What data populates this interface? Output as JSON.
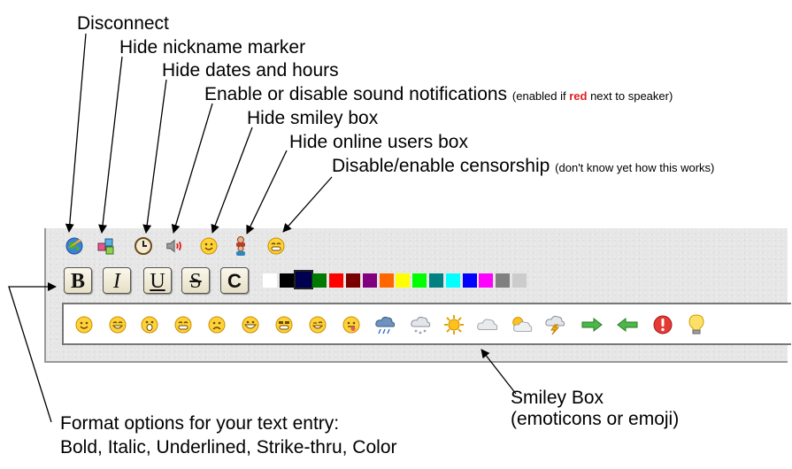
{
  "labels": {
    "disconnect": "Disconnect",
    "hide_nickname": "Hide nickname marker",
    "hide_dates": "Hide dates and hours",
    "sound": "Enable or disable sound notifications",
    "sound_note_pre": "(enabled if ",
    "sound_note_red": "red",
    "sound_note_post": " next to speaker)",
    "hide_smiley": "Hide smiley box",
    "hide_online": "Hide online users box",
    "censorship": "Disable/enable censorship",
    "censorship_note": "(don't know yet how this works)",
    "smiley_box_line1": "Smiley Box",
    "smiley_box_line2": "(emoticons or emoji)",
    "format_line1": "Format options for your text entry:",
    "format_line2": "Bold, Italic, Underlined, Strike-thru, Color"
  },
  "toolbar_icons": [
    "globe-icon",
    "users-cubes-icon",
    "clock-icon",
    "speaker-icon",
    "smiley-icon",
    "online-users-icon",
    "censor-face-icon"
  ],
  "format_buttons": [
    {
      "key": "b",
      "label": "B"
    },
    {
      "key": "i",
      "label": "I"
    },
    {
      "key": "u",
      "label": "U"
    },
    {
      "key": "s",
      "label": "S"
    },
    {
      "key": "c",
      "label": "C"
    }
  ],
  "colors": [
    "#ffffff",
    "#000000",
    "#000050",
    "#007a00",
    "#ff0000",
    "#7a0000",
    "#800080",
    "#ff6600",
    "#ffff00",
    "#00ff00",
    "#008080",
    "#00ffff",
    "#0000ff",
    "#ff00ff",
    "#808080",
    "#cccccc"
  ],
  "selected_color": "#000050",
  "smileys": [
    "smile",
    "grin",
    "shocked",
    "laugh",
    "sad",
    "big-grin",
    "cool",
    "wink",
    "tongue",
    "rain-cloud",
    "snow-cloud",
    "sun",
    "cloud",
    "sun-cloud",
    "storm",
    "arrow-right",
    "arrow-left",
    "warning",
    "lightbulb"
  ]
}
